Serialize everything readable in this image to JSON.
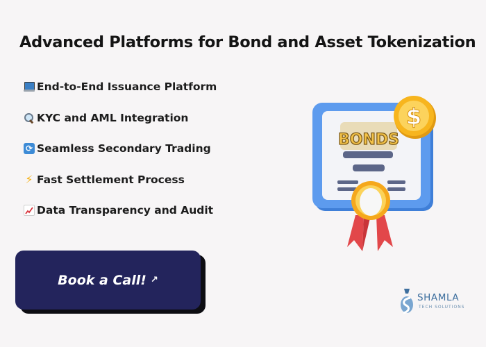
{
  "heading": "Advanced Platforms for Bond and Asset Tokenization",
  "features": [
    {
      "icon": "laptop-icon",
      "label": "End-to-End Issuance Platform"
    },
    {
      "icon": "magnifier-icon",
      "label": "KYC and AML Integration"
    },
    {
      "icon": "cycle-arrows-icon",
      "label": "Seamless Secondary Trading"
    },
    {
      "icon": "lightning-icon",
      "label": "Fast Settlement Process"
    },
    {
      "icon": "chart-up-icon",
      "label": "Data Transparency and Audit"
    }
  ],
  "cta": {
    "label": "Book a Call!",
    "arrow": "↗"
  },
  "illustration": {
    "certificate_text": "BONDS",
    "coin_symbol": "$"
  },
  "logo": {
    "name": "SHAMLA",
    "tagline": "TECH SOLUTIONS"
  },
  "colors": {
    "background": "#f7f5f6",
    "cta": "#23245c",
    "certificate_blue": "#4f8ee3",
    "coin_gold": "#f7b51e",
    "ribbon_red": "#e2474a",
    "logo_blue": "#3e6f9e"
  }
}
